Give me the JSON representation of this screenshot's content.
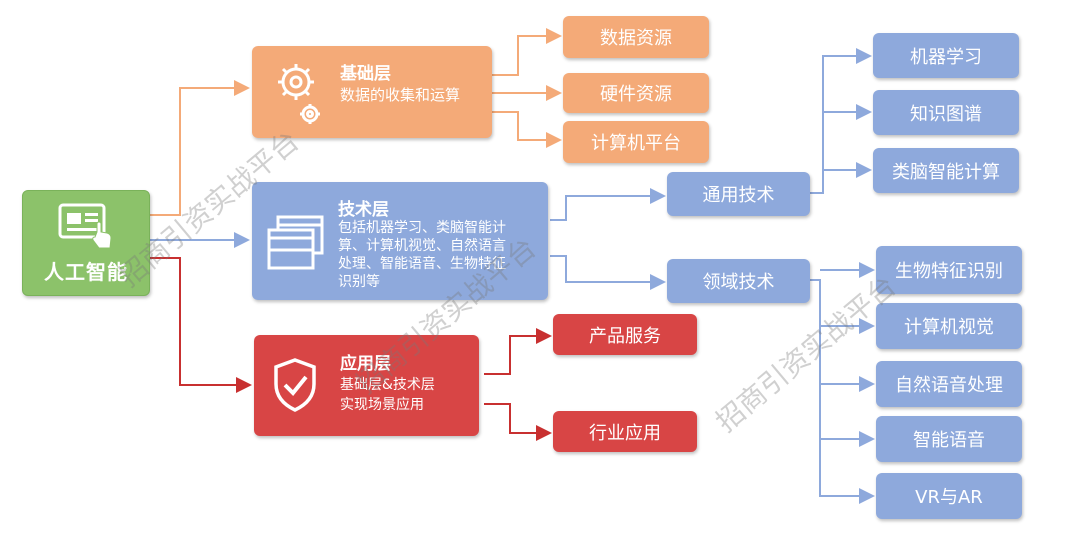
{
  "root": {
    "label": "人工智能",
    "icon": "id-card-hand-icon"
  },
  "layers": {
    "base": {
      "title": "基础层",
      "desc": "数据的收集和运算",
      "icon": "gears-icon",
      "children": [
        "数据资源",
        "硬件资源",
        "计算机平台"
      ]
    },
    "tech": {
      "title": "技术层",
      "desc_lines": [
        "包括机器学习、类脑智能计",
        "算、计算机视觉、自然语言",
        "处理、智能语音、生物特征",
        "识别等"
      ],
      "icon": "windows-icon",
      "general": {
        "label": "通用技术",
        "children": [
          "机器学习",
          "知识图谱",
          "类脑智能计算"
        ]
      },
      "domain": {
        "label": "领域技术",
        "children": [
          "生物特征识别",
          "计算机视觉",
          "自然语音处理",
          "智能语音",
          "VR与AR"
        ]
      }
    },
    "app": {
      "title": "应用层",
      "desc_lines": [
        "基础层&技术层",
        "实现场景应用"
      ],
      "icon": "shield-check-icon",
      "children": [
        "产品服务",
        "行业应用"
      ]
    }
  },
  "watermark": "招商引资实战平台",
  "colors": {
    "green": "#8cc26a",
    "orange": "#f4aa78",
    "blue": "#8ea9dc",
    "red": "#d84545"
  }
}
